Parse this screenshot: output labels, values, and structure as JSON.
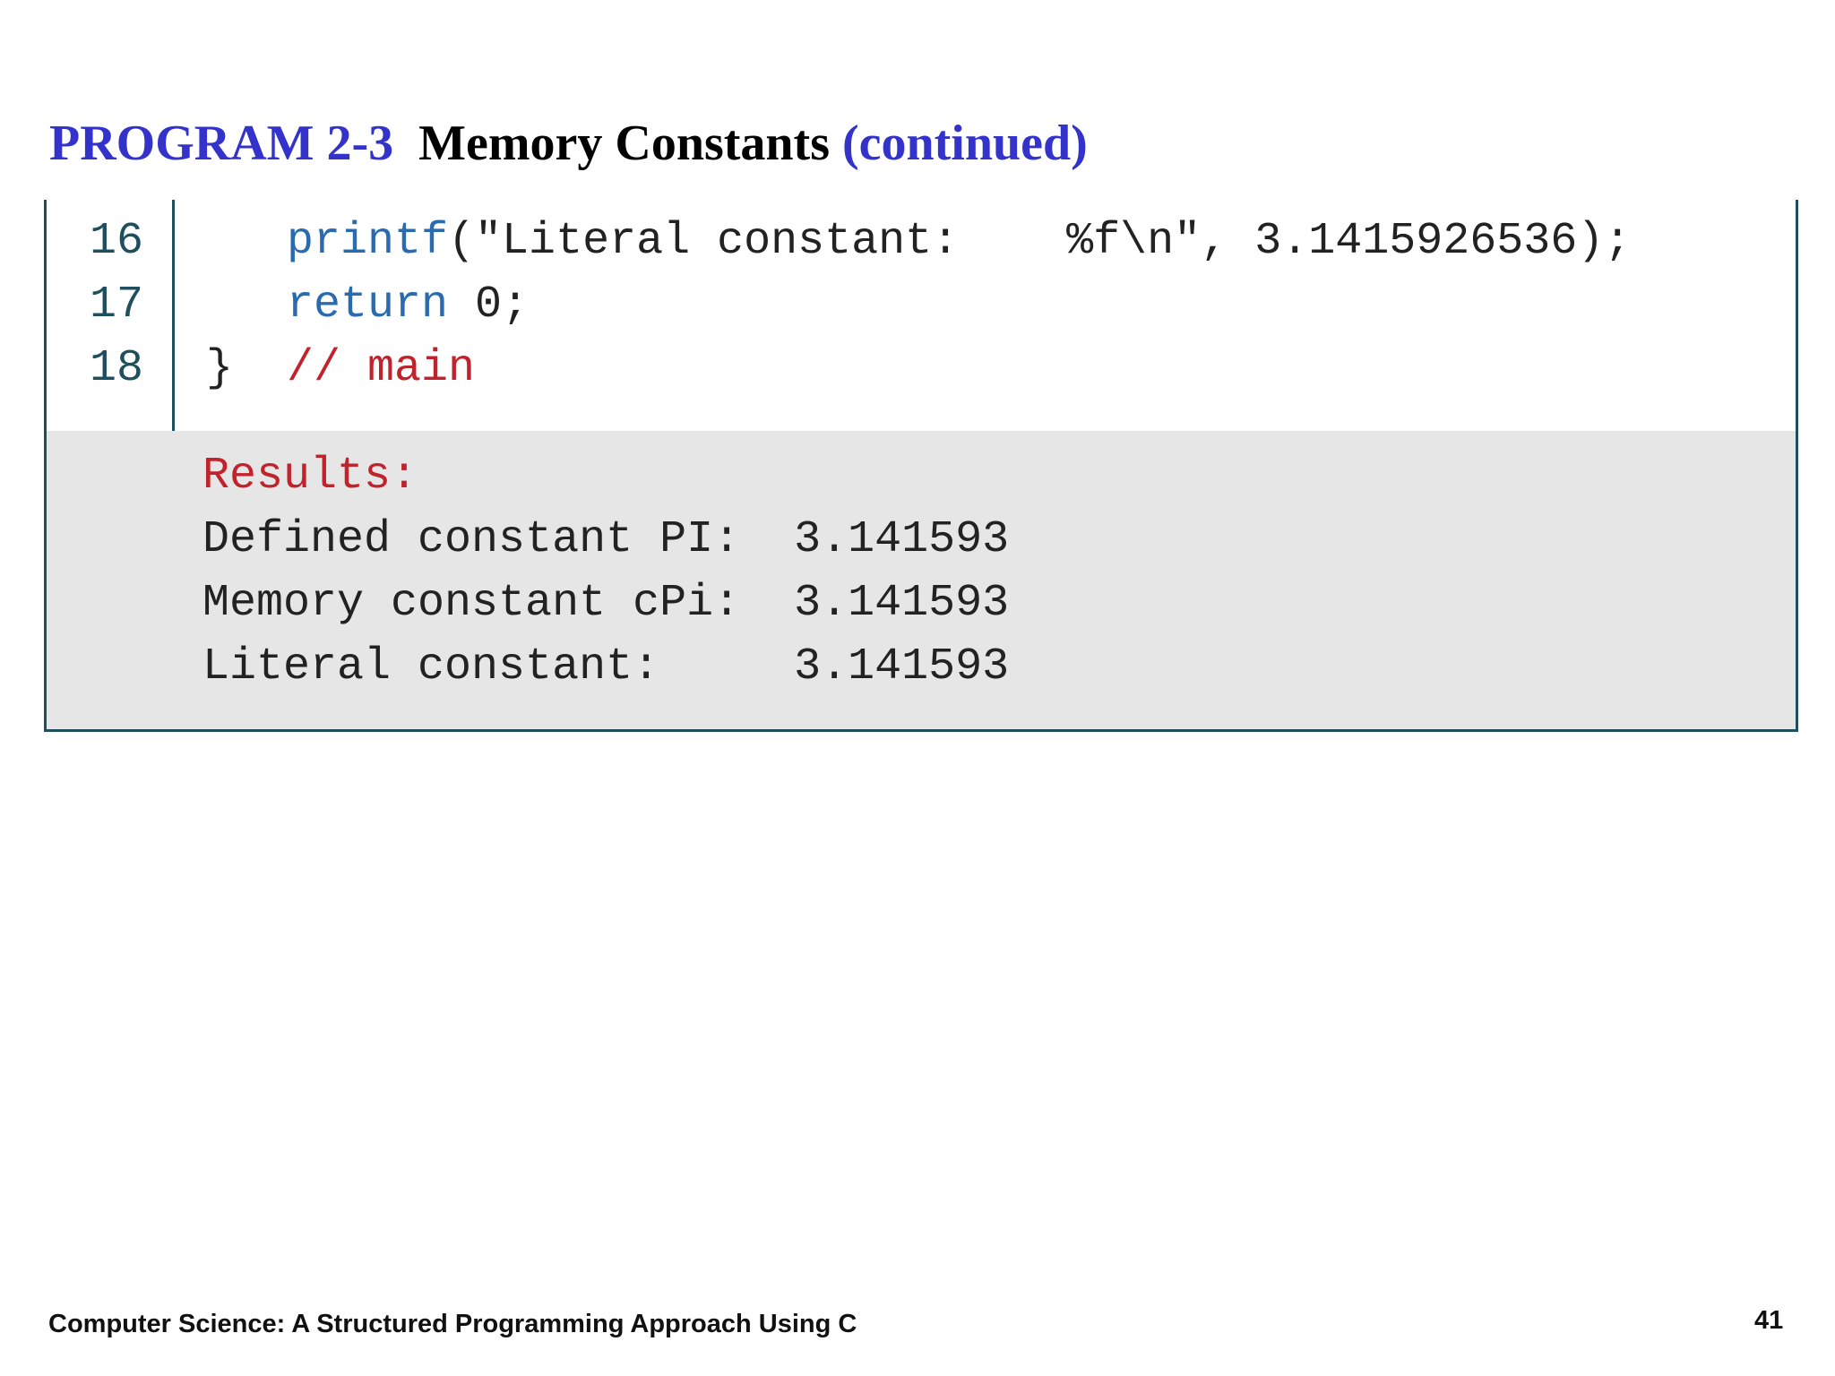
{
  "title": {
    "label": "PROGRAM 2-3",
    "name": "Memory Constants",
    "continued": "(continued)"
  },
  "code": {
    "lines": [
      {
        "number": "16",
        "indent": "   ",
        "keyword": "printf",
        "rest": "(\"Literal constant:    %f\\n\", 3.1415926536);",
        "comment": ""
      },
      {
        "number": "17",
        "indent": "   ",
        "keyword": "return",
        "rest": " 0;",
        "comment": ""
      },
      {
        "number": "18",
        "indent": "",
        "keyword": "",
        "rest": "}  ",
        "comment": "// main"
      }
    ]
  },
  "results": {
    "heading": "Results:",
    "lines": [
      "Defined constant PI:  3.141593",
      "Memory constant cPi:  3.141593",
      "Literal constant:     3.141593"
    ]
  },
  "footer": {
    "book_title": "Computer Science: A Structured Programming Approach Using C",
    "page_number": "41"
  },
  "colors": {
    "title_accent": "#3333cc",
    "keyword": "#2a6bb0",
    "comment": "#c0232b",
    "border": "#1e4f5f",
    "results_bg": "#e6e6e6"
  }
}
